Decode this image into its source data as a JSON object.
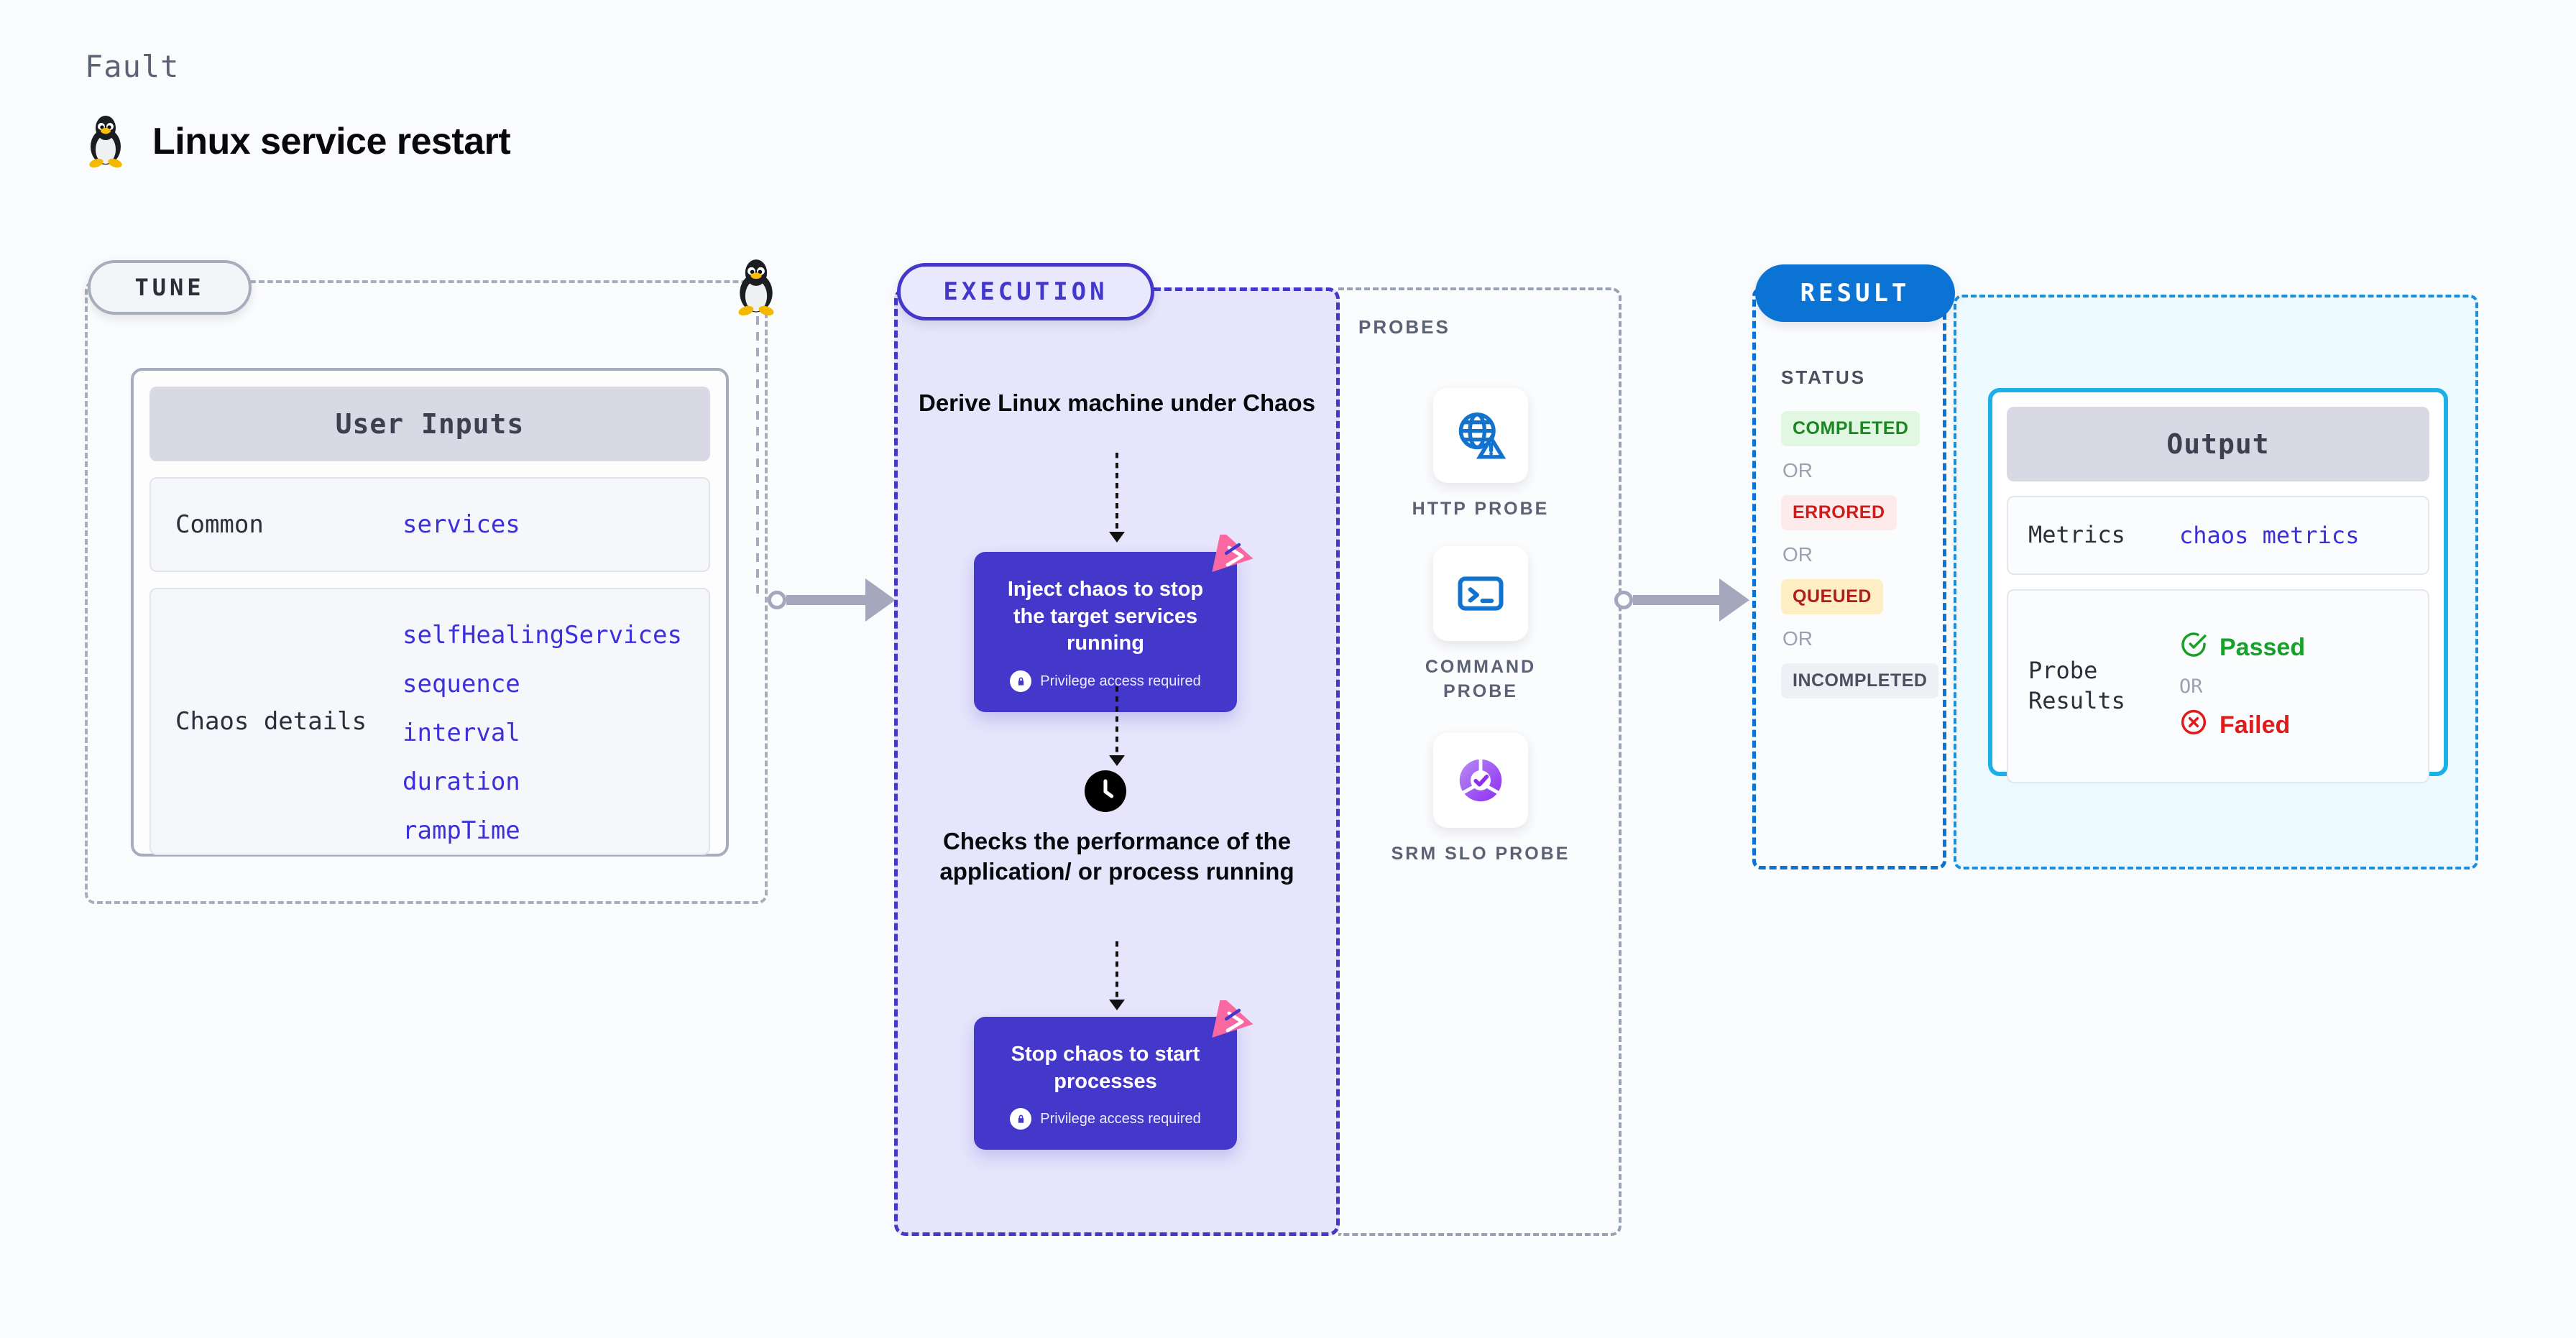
{
  "header": {
    "eyebrow": "Fault",
    "title": "Linux service restart",
    "logo_icon": "linux-tux-icon"
  },
  "stages": {
    "tune": {
      "pill_label": "TUNE",
      "card": {
        "header": "User Inputs",
        "rows": [
          {
            "key": "Common",
            "values": [
              "services"
            ]
          },
          {
            "key": "Chaos details",
            "values": [
              "selfHealingServices",
              "sequence",
              "interval",
              "duration",
              "rampTime"
            ]
          }
        ]
      }
    },
    "execution": {
      "pill_label": "EXECUTION",
      "step_1_title": "Derive Linux machine under Chaos",
      "step_2_title": "Checks the performance of the application/ or process running",
      "cards": [
        {
          "title": "Inject chaos to stop the target services running",
          "note": "Privilege access required"
        },
        {
          "title": "Stop chaos to start processes",
          "note": "Privilege access required"
        }
      ],
      "clock_icon": "clock-icon",
      "mark_icon": "harness-logo-icon"
    },
    "probes": {
      "label": "PROBES",
      "items": [
        {
          "name": "HTTP PROBE",
          "icon": "globe-alert-icon"
        },
        {
          "name": "COMMAND PROBE",
          "icon": "terminal-icon"
        },
        {
          "name": "SRM SLO PROBE",
          "icon": "slo-donut-check-icon"
        }
      ]
    },
    "result": {
      "pill_label": "RESULT",
      "status_label": "STATUS",
      "or_label": "OR",
      "statuses": [
        {
          "label": "COMPLETED",
          "style": "completed"
        },
        {
          "label": "ERRORED",
          "style": "errored"
        },
        {
          "label": "QUEUED",
          "style": "queued"
        },
        {
          "label": "INCOMPLETED",
          "style": "incomplete"
        }
      ]
    },
    "output": {
      "header": "Output",
      "metrics_key": "Metrics",
      "metrics_value": "chaos metrics",
      "probe_key": "Probe Results",
      "passed_label": "Passed",
      "or_label": "OR",
      "failed_label": "Failed",
      "passed_icon": "check-circle-icon",
      "failed_icon": "x-circle-icon"
    }
  },
  "colors": {
    "accent_purple": "#4338ca",
    "accent_blue": "#0a73d4",
    "accent_cyan": "#1cb0e8",
    "link_blue": "#3b30db",
    "pink_mark": "#f968a0",
    "pass_green": "#17a02a",
    "fail_red": "#e01b1b",
    "muted": "#9aa1b2"
  }
}
